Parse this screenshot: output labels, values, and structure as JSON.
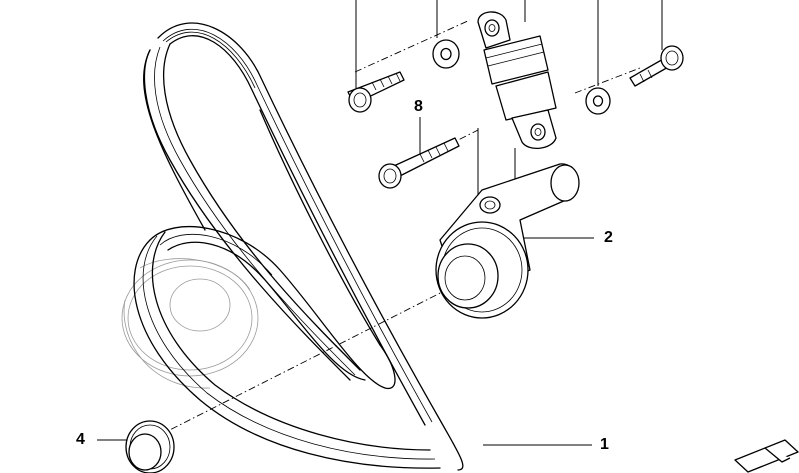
{
  "diagram": {
    "labels": {
      "belt": "1",
      "tensioner": "2",
      "pulley": "4",
      "bolt": "8"
    }
  },
  "colors": {
    "ink": "#000000",
    "ghost": "#9a9a9a",
    "background": "#ffffff"
  },
  "icons": {
    "orientation": "orientation-arrow-icon"
  }
}
